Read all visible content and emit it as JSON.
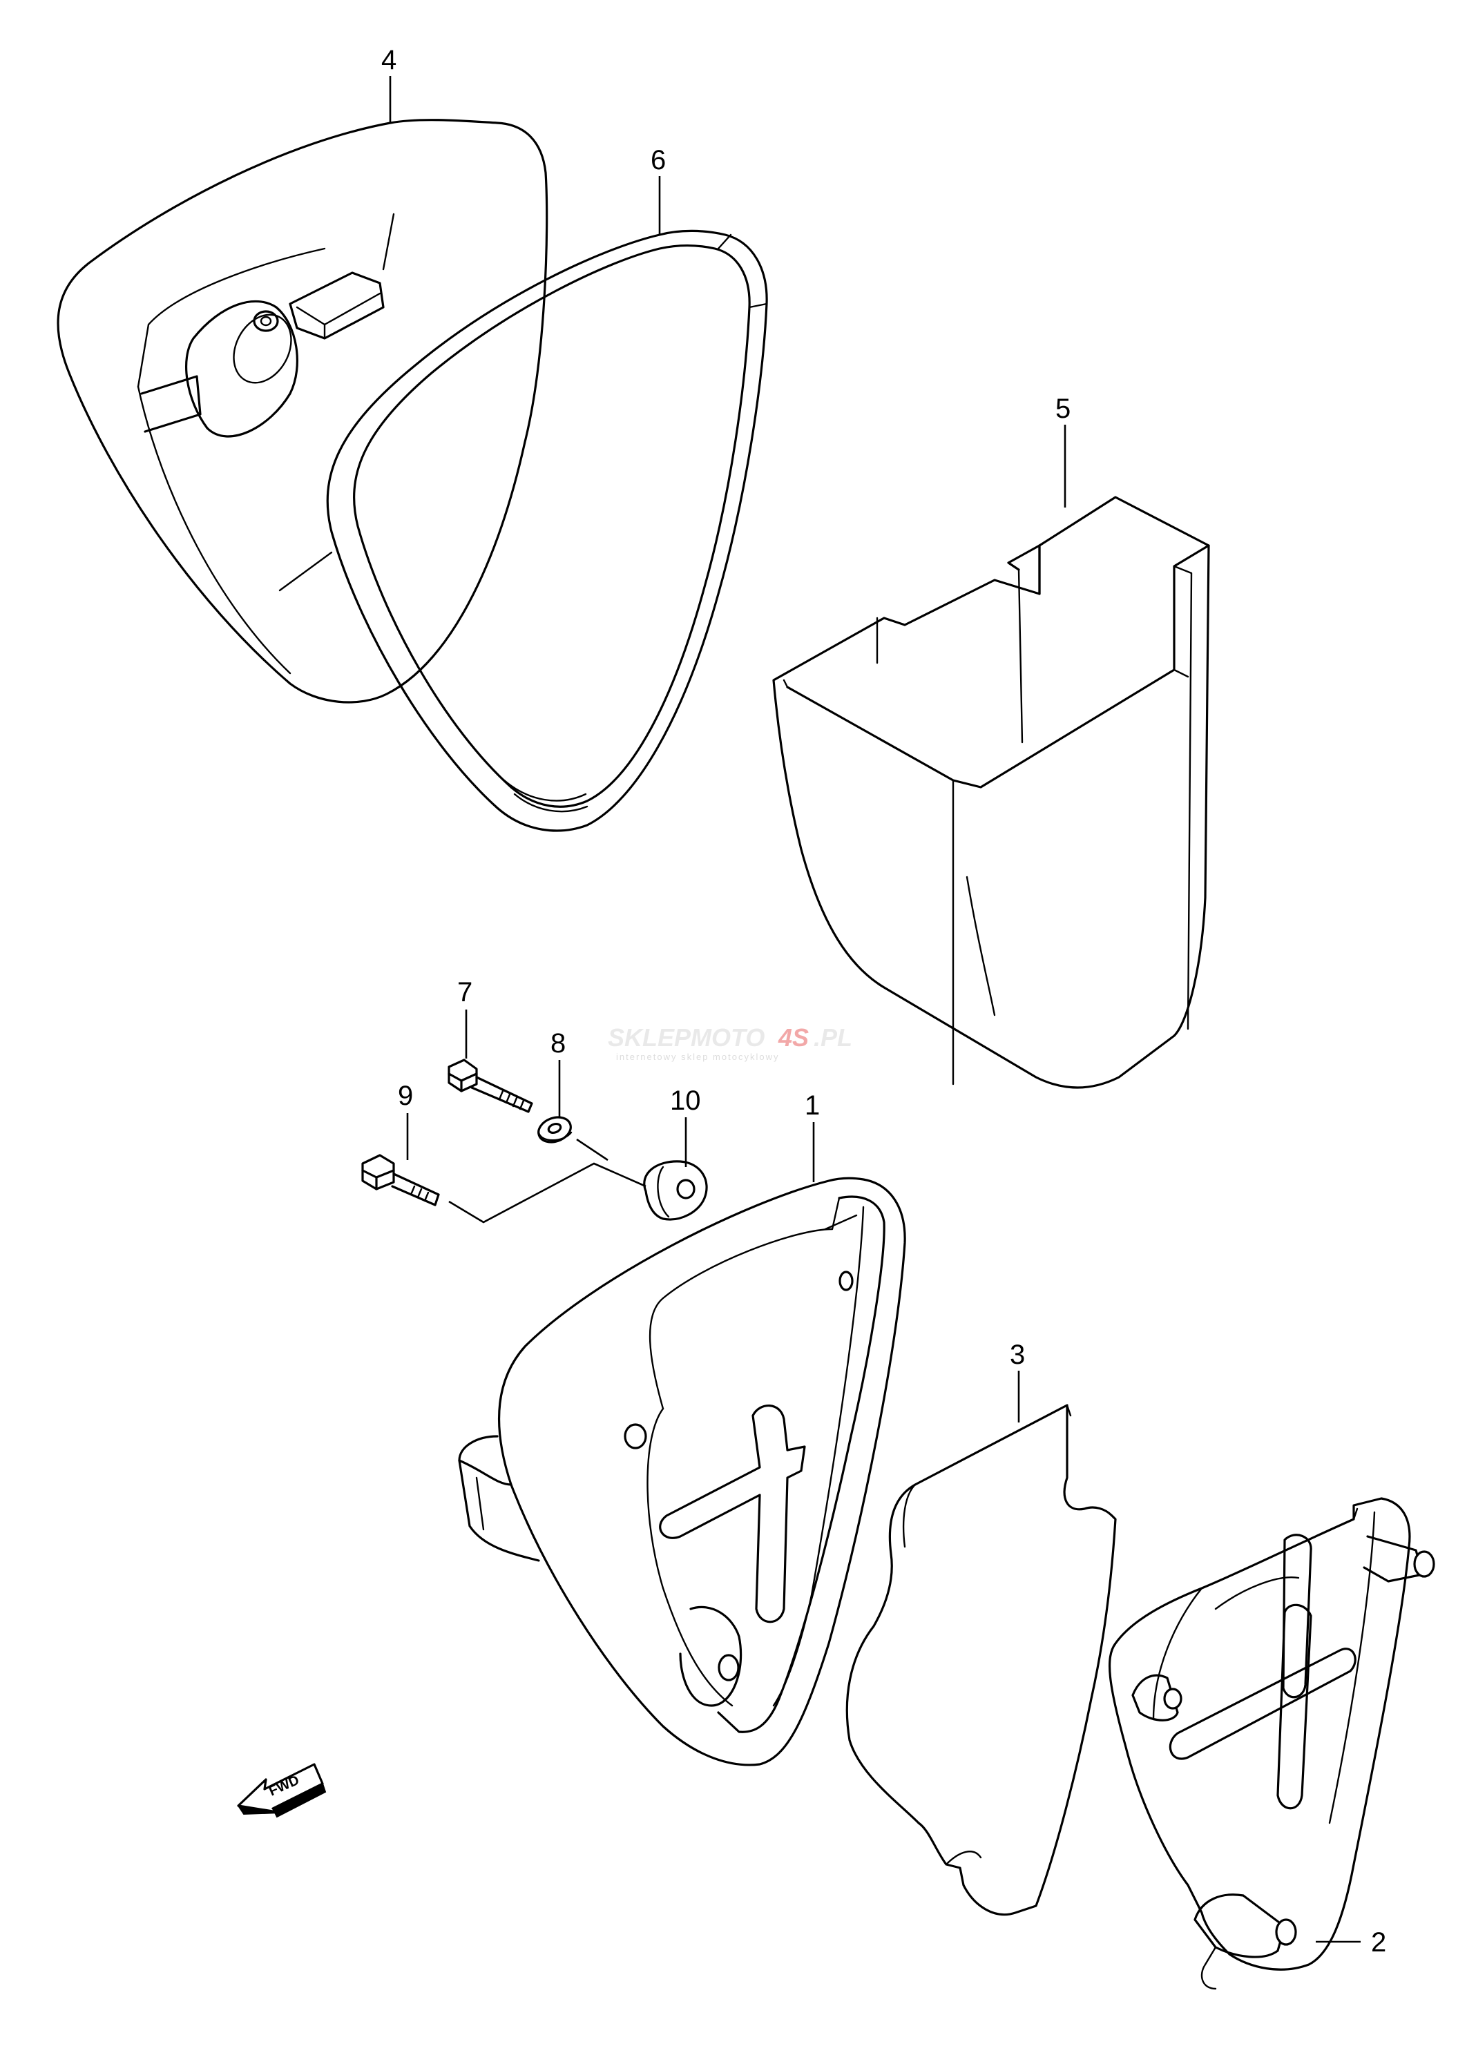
{
  "callouts": [
    {
      "id": "1",
      "label": "1"
    },
    {
      "id": "2",
      "label": "2"
    },
    {
      "id": "3",
      "label": "3"
    },
    {
      "id": "4",
      "label": "4"
    },
    {
      "id": "5",
      "label": "5"
    },
    {
      "id": "6",
      "label": "6"
    },
    {
      "id": "7",
      "label": "7"
    },
    {
      "id": "8",
      "label": "8"
    },
    {
      "id": "9",
      "label": "9"
    },
    {
      "id": "10",
      "label": "10"
    }
  ],
  "fwd_label": "FWD",
  "watermark": {
    "part_a": "SKLEPMOTO",
    "part_b": "4S",
    "part_c": ".PL",
    "tagline": "internetowy sklep motocyklowy"
  },
  "colors": {
    "line": "#000000",
    "background": "#ffffff",
    "watermark_gray": "#e9e9e9",
    "watermark_red": "#f2a8a8"
  }
}
